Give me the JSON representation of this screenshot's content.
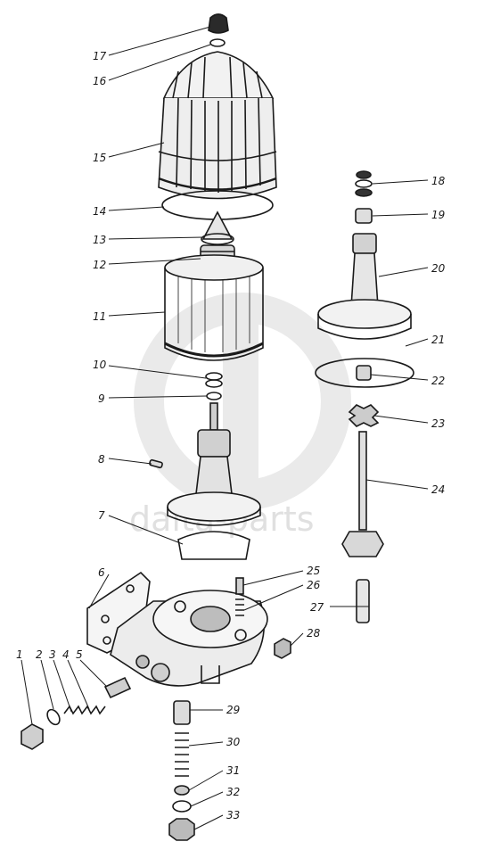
{
  "watermark": {
    "text": "dalta-parts",
    "color": "#d9d9d9"
  },
  "line_color": "#1a1a1a",
  "parts": [
    {
      "id": "1",
      "label": "1"
    },
    {
      "id": "2",
      "label": "2"
    },
    {
      "id": "3",
      "label": "3"
    },
    {
      "id": "4",
      "label": "4"
    },
    {
      "id": "5",
      "label": "5"
    },
    {
      "id": "6",
      "label": "6"
    },
    {
      "id": "7",
      "label": "7"
    },
    {
      "id": "8",
      "label": "8"
    },
    {
      "id": "9",
      "label": "9"
    },
    {
      "id": "10",
      "label": "10"
    },
    {
      "id": "11",
      "label": "11"
    },
    {
      "id": "12",
      "label": "12"
    },
    {
      "id": "13",
      "label": "13"
    },
    {
      "id": "14",
      "label": "14"
    },
    {
      "id": "15",
      "label": "15"
    },
    {
      "id": "16",
      "label": "16"
    },
    {
      "id": "17",
      "label": "17"
    },
    {
      "id": "18",
      "label": "18"
    },
    {
      "id": "19",
      "label": "19"
    },
    {
      "id": "20",
      "label": "20"
    },
    {
      "id": "21",
      "label": "21"
    },
    {
      "id": "22",
      "label": "22"
    },
    {
      "id": "23",
      "label": "23"
    },
    {
      "id": "24",
      "label": "24"
    },
    {
      "id": "25",
      "label": "25"
    },
    {
      "id": "26",
      "label": "26"
    },
    {
      "id": "27",
      "label": "27"
    },
    {
      "id": "28",
      "label": "28"
    },
    {
      "id": "29",
      "label": "29"
    },
    {
      "id": "30",
      "label": "30"
    },
    {
      "id": "31",
      "label": "31"
    },
    {
      "id": "32",
      "label": "32"
    },
    {
      "id": "33",
      "label": "33"
    }
  ]
}
